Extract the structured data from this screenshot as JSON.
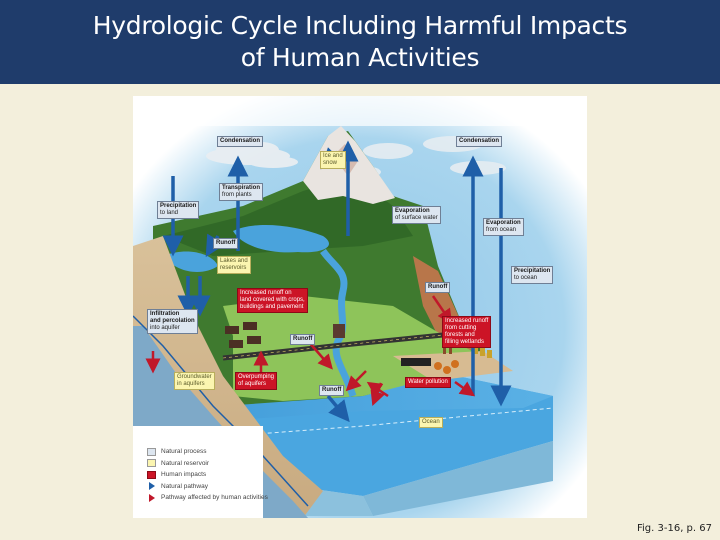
{
  "slide": {
    "title_line1": "Hydrologic Cycle Including Harmful Impacts",
    "title_line2": "of Human Activities",
    "caption": "Fig. 3-16, p. 67",
    "colors": {
      "title_bg": "#1f3c6b",
      "slide_bg": "#f3efdc",
      "natural_process": "#dde6f0",
      "natural_reservoir": "#fbf5b0",
      "human_impacts": "#cc1426",
      "natural_pathway": "#1f5fa8",
      "human_pathway": "#c0182a"
    }
  },
  "diagram": {
    "labels": {
      "condensation_left": "Condensation",
      "condensation_right": "Condensation",
      "ice_snow_1": "Ice and",
      "ice_snow_2": "snow",
      "transpiration_title": "Transpiration",
      "transpiration_sub": "from plants",
      "precip_land_title": "Precipitation",
      "precip_land_sub": "to land",
      "evap_surface_title": "Evaporation",
      "evap_surface_sub": "of surface water",
      "evap_ocean_title": "Evaporation",
      "evap_ocean_sub": "from ocean",
      "runoff_top": "Runoff",
      "lakes_1": "Lakes and",
      "lakes_2": "reservoirs",
      "precip_ocean_title": "Precipitation",
      "precip_ocean_sub": "to ocean",
      "runoff_slope": "Runoff",
      "human_crops_1": "Increased runoff on",
      "human_crops_2": "land covered with crops,",
      "human_crops_3": "buildings and pavement",
      "infiltration_1": "Infiltration",
      "infiltration_2": "and percolation",
      "infiltration_3": "into aquifer",
      "runoff_farm": "Runoff",
      "human_forests_1": "Increased runoff",
      "human_forests_2": "from cutting",
      "human_forests_3": "forests and",
      "human_forests_4": "filling wetlands",
      "groundwater_1": "Groundwater",
      "groundwater_2": "in aquifers",
      "overpumping_1": "Overpumping",
      "overpumping_2": "of aquifers",
      "water_pollution": "Water pollution",
      "runoff_bottom": "Runoff",
      "ocean": "Ocean"
    },
    "legend": [
      {
        "label": "Natural process",
        "kind": "natural-process"
      },
      {
        "label": "Natural reservoir",
        "kind": "natural-reservoir"
      },
      {
        "label": "Human impacts",
        "kind": "human-impacts"
      },
      {
        "label": "Natural pathway",
        "kind": "natural-pathway"
      },
      {
        "label": "Pathway affected by human activities",
        "kind": "human-pathway"
      }
    ]
  }
}
